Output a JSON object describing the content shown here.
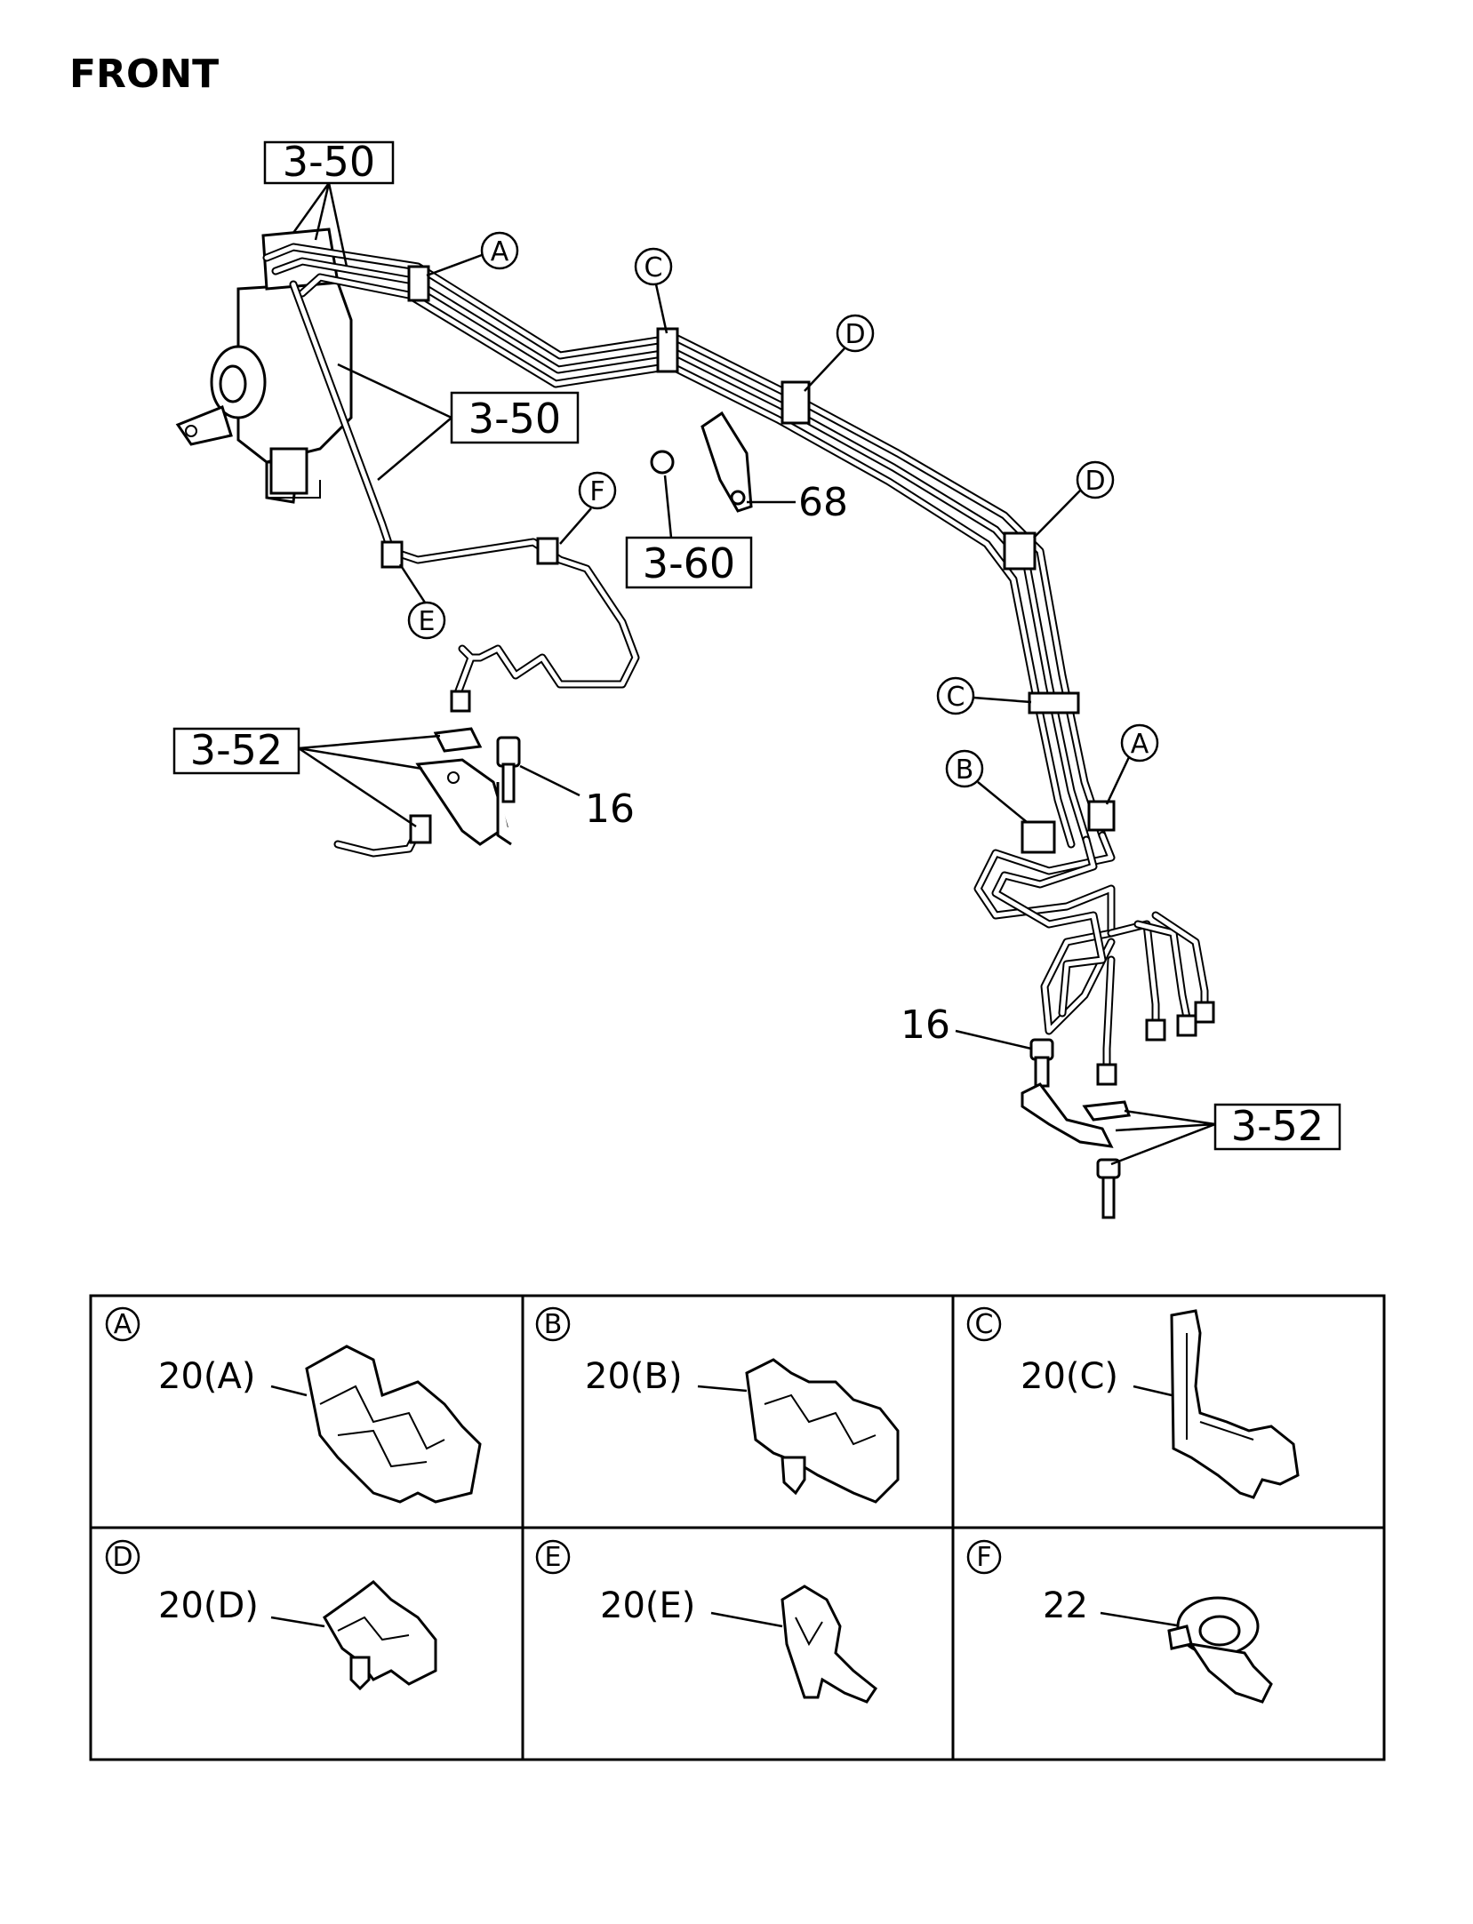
{
  "title": "FRONT",
  "ref_boxes": {
    "r1": "3-50",
    "r2": "3-50",
    "r3": "3-60",
    "r4": "3-52",
    "r5": "3-52"
  },
  "callouts": {
    "p68": "68",
    "p16a": "16",
    "p16b": "16"
  },
  "circle_labels": {
    "a1": "A",
    "c1": "C",
    "d1": "D",
    "f1": "F",
    "e1": "E",
    "d2": "D",
    "c2": "C",
    "b1": "B",
    "a2": "A"
  },
  "panels": [
    {
      "letter": "A",
      "part": "20(A)"
    },
    {
      "letter": "B",
      "part": "20(B)"
    },
    {
      "letter": "C",
      "part": "20(C)"
    },
    {
      "letter": "D",
      "part": "20(D)"
    },
    {
      "letter": "E",
      "part": "20(E)"
    },
    {
      "letter": "F",
      "part": "22"
    }
  ]
}
